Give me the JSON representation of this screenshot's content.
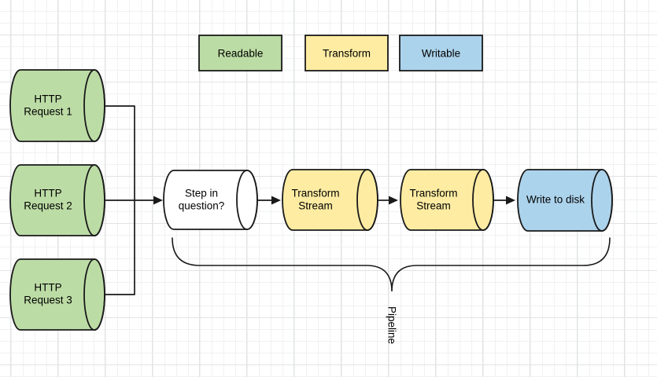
{
  "diagram": {
    "legend": [
      {
        "key": "readable",
        "label": "Readable"
      },
      {
        "key": "transform",
        "label": "Transform"
      },
      {
        "key": "writable",
        "label": "Writable"
      }
    ],
    "nodes": {
      "http1": {
        "line1": "HTTP",
        "line2": "Request 1",
        "type": "readable"
      },
      "http2": {
        "line1": "HTTP",
        "line2": "Request 2",
        "type": "readable"
      },
      "http3": {
        "line1": "HTTP",
        "line2": "Request 3",
        "type": "readable"
      },
      "step": {
        "line1": "Step in",
        "line2": "question?",
        "type": "plain"
      },
      "transform1": {
        "line1": "Transform",
        "line2": "Stream",
        "type": "transform"
      },
      "transform2": {
        "line1": "Transform",
        "line2": "Stream",
        "type": "transform"
      },
      "write": {
        "line1": "Write to disk",
        "type": "writable"
      }
    },
    "brace_label": "Pipeline"
  },
  "colors": {
    "readable": "#bcdca5",
    "transform": "#fdeca2",
    "writable": "#acd3ec",
    "plain": "#ffffff",
    "stroke": "#1a1a1a"
  }
}
